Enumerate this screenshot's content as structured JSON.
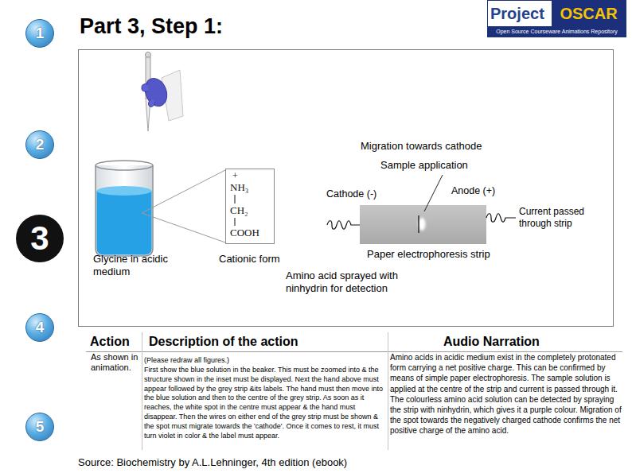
{
  "diagram": {
    "title": "Part 3, Step 1:",
    "caption": "Source: Biochemistry by A.L.Lehninger, 4th edition (ebook)",
    "nodes": [
      {
        "text": [
          "1"
        ]
      },
      {
        "text": [
          "Project",
          "OSCAR",
          "Open Source Courseware Animations Repository"
        ]
      },
      {
        "text": [
          "2"
        ]
      },
      {
        "text": [
          "+",
          "NH₃",
          "CH₂",
          "COOH"
        ]
      },
      {
        "text": [
          "3"
        ]
      },
      {
        "text": [
          "4"
        ]
      },
      {
        "text": [
          "5"
        ]
      }
    ],
    "labels": [
      "Migration towards cathode",
      "Sample application",
      "Cathode (-)",
      "Anode (+)",
      "Current passed through strip",
      "Glycine in acidic medium",
      "Cationic form",
      "Paper electrophoresis strip",
      "Amino acid sprayed with ninhydrin for detection",
      "Action",
      "Description of the action",
      "Audio Narration",
      "As shown in animation.",
      "(Please redraw all figures.)",
      "First show the blue solution in the beaker. This must be zoomed into & the structure shown in the inset must be displayed. Next the hand above must appear followed by the grey strip &its labels. The hand must then move into the blue solution and then to the centre of the grey strip. As soon as it reaches, the white spot in the centre must appear & the hand must disappear. Then the wires on either end of the grey strip must be shown & the spot must migrate towards the 'cathode'. Once it comes to rest, it must turn violet in color & the label must appear.",
      "Amino acids in acidic medium exist in the completely protonated form carrying a net positive charge. This can be confirmed by means of simple paper electrophoresis. The sample solution is applied at the centre of the strip and current is passed through it. The colourless amino acid solution can be detected by spraying the strip with ninhydrin, which gives it a purple colour. Migration of the spot towards the negatively charged cathode confirms the net positive charge of the amino acid."
    ]
  }
}
